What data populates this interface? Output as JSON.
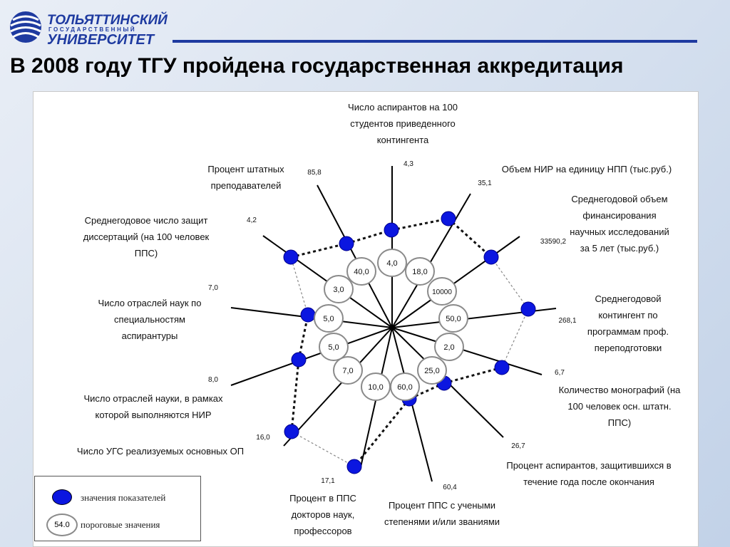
{
  "header": {
    "logo_line1": "ТОЛЬЯТТИНСКИЙ",
    "logo_line2": "ГОСУДАРСТВЕННЫЙ",
    "logo_line3": "УНИВЕРСИТЕТ",
    "title": "В 2008 году ТГУ пройдена государственная аккредитация"
  },
  "legend": {
    "values_label": "значения показателей",
    "threshold_label": "пороговые значения",
    "threshold_sample": "54.0"
  },
  "chart_data": {
    "type": "radar",
    "series": [
      {
        "name": "значения показателей",
        "style": "blue dots joined by dashed line",
        "color": "#0b16e0"
      },
      {
        "name": "пороговые значения",
        "style": "values in white circles"
      }
    ],
    "axes": [
      {
        "indicator": "Число аспирантов на 100 студентов приведенного контингента",
        "value": "4,3",
        "threshold": "4,0"
      },
      {
        "indicator": "Объем  НИР на единицу НПП (тыс.руб.)",
        "value": "35,1",
        "threshold": "18,0"
      },
      {
        "indicator": "Среднегодовой объем финансирования научных исследований за 5 лет (тыс.руб.)",
        "value": "33590,2",
        "threshold": "10000"
      },
      {
        "indicator": "Среднегодовой контингент по программам проф. переподготовки",
        "value": "268,1",
        "threshold": "50,0"
      },
      {
        "indicator": "Количество монографий (на 100 человек осн. штатн. ППС)",
        "value": "6,7",
        "threshold": "2,0"
      },
      {
        "indicator": "Процент аспирантов, защитившихся в течение года после окончания",
        "value": "26,7",
        "threshold": "25,0"
      },
      {
        "indicator": "Процент ППС с учеными степенями и/или званиями",
        "value": "60,4",
        "threshold": "60,0"
      },
      {
        "indicator": "Процент в ППС докторов наук, профессоров",
        "value": "17,1",
        "threshold": "10,0"
      },
      {
        "indicator": "Число УГС реализуемых основных ОП",
        "value": "16,0",
        "threshold": "7,0"
      },
      {
        "indicator": "Число отраслей науки, в рамках которой выполняются НИР",
        "value": "8,0",
        "threshold": "5,0"
      },
      {
        "indicator": "Число отраслей наук по специальностям аспирантуры",
        "value": "7,0",
        "threshold": "5,0"
      },
      {
        "indicator": "Среднегодовое число защит диссертаций (на 100 человек ППС)",
        "value": "4,2",
        "threshold": "3,0"
      },
      {
        "indicator": "Процент штатных преподавателей",
        "value": "85,8",
        "threshold": "40,0"
      }
    ]
  },
  "labels": {
    "a0": [
      "Число аспирантов на 100",
      "студентов приведенного",
      "контингента"
    ],
    "a1": [
      "Объем  НИР на единицу НПП (тыс.руб.)"
    ],
    "a2": [
      "Среднегодовой объем",
      "финансирования",
      "научных исследований",
      "за 5 лет (тыс.руб.)"
    ],
    "a3": [
      "Среднегодовой",
      "контингент по",
      "программам проф.",
      "переподготовки"
    ],
    "a4": [
      "Количество монографий (на",
      "100 человек осн. штатн.",
      "ППС)"
    ],
    "a5": [
      "Процент аспирантов, защитившихся в",
      "течение года после окончания"
    ],
    "a6": [
      "Процент ППС с учеными",
      "степенями и/или званиями"
    ],
    "a7": [
      "Процент в ППС",
      "докторов наук,",
      "профессоров"
    ],
    "a8": [
      "Число УГС реализуемых основных ОП"
    ],
    "a9": [
      "Число отраслей науки, в рамках",
      "которой выполняются НИР"
    ],
    "a10": [
      "Число отраслей наук по",
      "специальностям",
      "аспирантуры"
    ],
    "a11": [
      "Среднегодовое число защит",
      "диссертаций (на 100 человек",
      "ППС)"
    ],
    "a12": [
      "Процент штатных",
      "преподавателей"
    ]
  }
}
